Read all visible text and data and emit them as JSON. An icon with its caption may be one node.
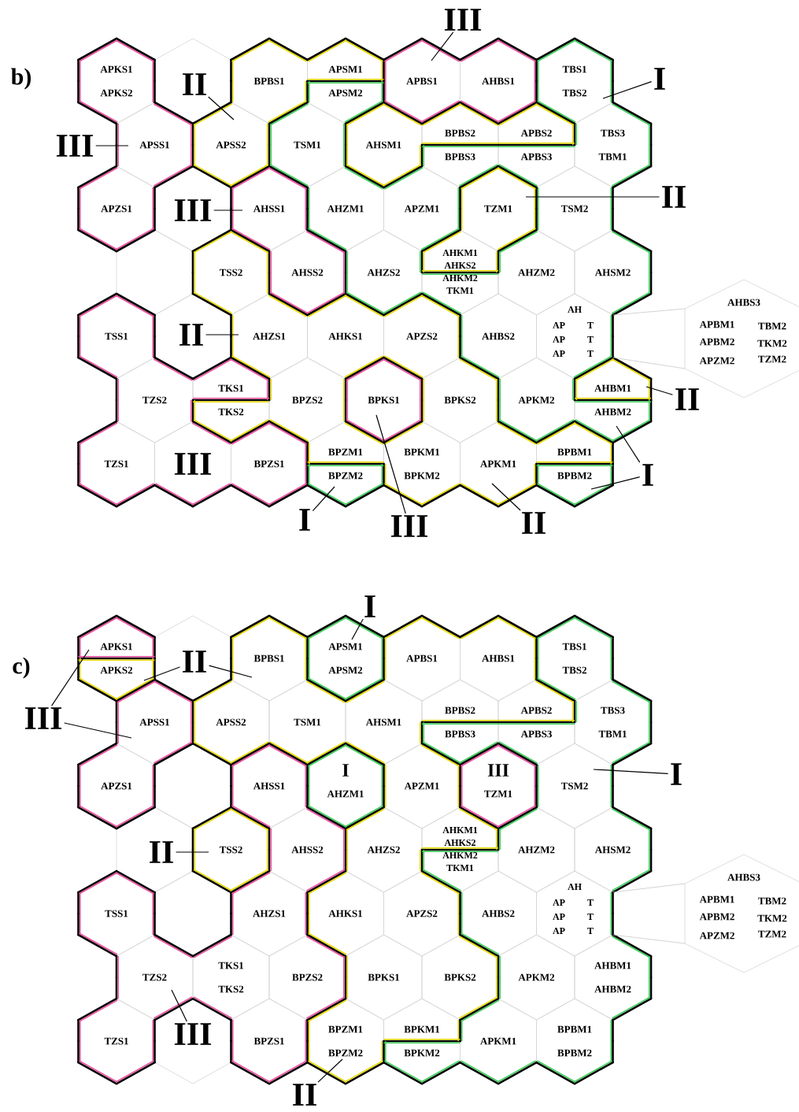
{
  "diagram": {
    "nodes": [
      {
        "text": [
          "APKS1",
          "APKS2"
        ]
      },
      {
        "text": [],
        "shape": "hexagon"
      },
      {
        "text": [
          "BPBS1"
        ]
      },
      {
        "text": [
          "APSM1",
          "APSM2"
        ]
      },
      {
        "text": [
          "APBS1"
        ]
      },
      {
        "text": [
          "AHBS1"
        ]
      },
      {
        "text": [
          "TBS1",
          "TBS2"
        ]
      },
      {
        "text": [
          "APSS1"
        ]
      },
      {
        "text": [
          "APSS2"
        ]
      },
      {
        "text": [
          "TSM1"
        ]
      },
      {
        "text": [
          "AHSM1"
        ]
      },
      {
        "text": [
          "BPBS2",
          "BPBS3"
        ]
      },
      {
        "text": [
          "APBS2",
          "APBS3"
        ]
      },
      {
        "text": [
          "TBS3",
          "TBM1"
        ]
      },
      {
        "text": [
          "APZS1"
        ]
      },
      {
        "text": [],
        "shape": "hexagon"
      },
      {
        "text": [
          "AHSS1"
        ]
      },
      {
        "text": [
          "AHZM1"
        ]
      },
      {
        "text": [
          "APZM1"
        ]
      },
      {
        "text": [
          "TZM1"
        ]
      },
      {
        "text": [
          "TSM2"
        ]
      },
      {
        "text": [],
        "shape": "hexagon"
      },
      {
        "text": [
          "TSS2"
        ]
      },
      {
        "text": [
          "AHSS2"
        ]
      },
      {
        "text": [
          "AHZS2"
        ]
      },
      {
        "text": [
          "AHKM1",
          "AHKS2",
          "AHKM2",
          "TKM1"
        ]
      },
      {
        "text": [
          "AHZM2"
        ]
      },
      {
        "text": [
          "AHSM2"
        ]
      },
      {
        "text": [
          "TSS1"
        ]
      },
      {
        "text": [],
        "shape": "hexagon"
      },
      {
        "text": [
          "AHZS1"
        ]
      },
      {
        "text": [
          "AHKS1"
        ]
      },
      {
        "text": [
          "APZS2"
        ]
      },
      {
        "text": [
          "AHBS2"
        ]
      },
      {
        "text": [
          "AH",
          "AP",
          "T",
          "AP",
          "T",
          "AP",
          "T"
        ]
      },
      {
        "text": [
          "TZS2"
        ]
      },
      {
        "text": [
          "TKS1",
          "TKS2"
        ]
      },
      {
        "text": [
          "BPZS2"
        ]
      },
      {
        "text": [
          "BPKS1"
        ]
      },
      {
        "text": [
          "BPKS2"
        ]
      },
      {
        "text": [
          "APKM2"
        ]
      },
      {
        "text": [
          "AHBM1",
          "AHBM2"
        ]
      },
      {
        "text": [
          "TZS1"
        ]
      },
      {
        "text": [
          "III"
        ]
      },
      {
        "text": [
          "BPZS1"
        ]
      },
      {
        "text": [
          "BPZM1",
          "BPZM2"
        ]
      },
      {
        "text": [
          "BPKM1",
          "BPKM2"
        ]
      },
      {
        "text": [
          "APKM1"
        ]
      },
      {
        "text": [
          "BPBM1",
          "BPBM2"
        ]
      },
      {
        "text": [
          "AHBS3",
          "APBM1",
          "TBM2",
          "APBM2",
          "TKM2",
          "APZM2",
          "TZM2"
        ]
      },
      {
        "text": [
          "III"
        ]
      },
      {
        "text": [
          "I"
        ]
      },
      {
        "text": [
          "II"
        ],
        "in": 1
      },
      {
        "text": [
          "III"
        ]
      },
      {
        "text": [
          "II"
        ]
      },
      {
        "text": [
          "III"
        ],
        "in": 15
      },
      {
        "text": [
          "II"
        ],
        "in": 29
      },
      {
        "text": [
          "II"
        ]
      },
      {
        "text": [
          "I"
        ]
      },
      {
        "text": [
          "I"
        ]
      },
      {
        "text": [
          "II"
        ]
      },
      {
        "text": [
          "III"
        ]
      },
      {
        "text": [
          "APKS1",
          "APKS2"
        ]
      },
      {
        "text": [],
        "shape": "hexagon"
      },
      {
        "text": [
          "BPBS1"
        ]
      },
      {
        "text": [
          "APSM1",
          "APSM2"
        ]
      },
      {
        "text": [
          "APBS1"
        ]
      },
      {
        "text": [
          "AHBS1"
        ]
      },
      {
        "text": [
          "TBS1",
          "TBS2"
        ]
      },
      {
        "text": [
          "APSS1"
        ]
      },
      {
        "text": [
          "APSS2"
        ]
      },
      {
        "text": [
          "TSM1"
        ]
      },
      {
        "text": [
          "AHSM1"
        ]
      },
      {
        "text": [
          "BPBS2",
          "BPBS3"
        ]
      },
      {
        "text": [
          "APBS2",
          "APBS3"
        ]
      },
      {
        "text": [
          "TBS3",
          "TBM1"
        ]
      },
      {
        "text": [
          "APZS1"
        ]
      },
      {
        "text": [],
        "shape": "hexagon"
      },
      {
        "text": [
          "AHSS1"
        ]
      },
      {
        "text": [
          "I",
          "AHZM1"
        ]
      },
      {
        "text": [
          "APZM1"
        ]
      },
      {
        "text": [
          "III",
          "TZM1"
        ]
      },
      {
        "text": [
          "TSM2"
        ]
      },
      {
        "text": [],
        "shape": "hexagon"
      },
      {
        "text": [
          "TSS2"
        ]
      },
      {
        "text": [
          "AHSS2"
        ]
      },
      {
        "text": [
          "AHZS2"
        ]
      },
      {
        "text": [
          "AHKM1",
          "AHKS2",
          "AHKM2",
          "TKM1"
        ]
      },
      {
        "text": [
          "AHZM2"
        ]
      },
      {
        "text": [
          "AHSM2"
        ]
      },
      {
        "text": [
          "TSS1"
        ]
      },
      {
        "text": [],
        "shape": "hexagon"
      },
      {
        "text": [
          "AHZS1"
        ]
      },
      {
        "text": [
          "AHKS1"
        ]
      },
      {
        "text": [
          "APZS2"
        ]
      },
      {
        "text": [
          "AHBS2"
        ]
      },
      {
        "text": [
          "AH",
          "AP",
          "T",
          "AP",
          "T",
          "AP",
          "T"
        ]
      },
      {
        "text": [
          "TZS2"
        ]
      },
      {
        "text": [
          "TKS1",
          "TKS2"
        ]
      },
      {
        "text": [
          "BPZS2"
        ]
      },
      {
        "text": [
          "BPKS1"
        ]
      },
      {
        "text": [
          "BPKS2"
        ]
      },
      {
        "text": [
          "APKM2"
        ]
      },
      {
        "text": [
          "AHBM1",
          "AHBM2"
        ]
      },
      {
        "text": [
          "TZS1"
        ]
      },
      {
        "text": [],
        "shape": "hexagon"
      },
      {
        "text": [
          "BPZS1"
        ]
      },
      {
        "text": [
          "BPZM1",
          "BPZM2"
        ]
      },
      {
        "text": [
          "BPKM1",
          "BPKM2"
        ]
      },
      {
        "text": [
          "APKM1"
        ]
      },
      {
        "text": [
          "BPBM1",
          "BPBM2"
        ]
      },
      {
        "text": [
          "AHBS3",
          "APBM1",
          "TBM2",
          "APBM2",
          "TKM2",
          "APZM2",
          "TZM2"
        ]
      },
      {
        "text": [
          "I"
        ]
      },
      {
        "text": [
          "II"
        ],
        "in": 63
      },
      {
        "text": [
          "III"
        ]
      },
      {
        "text": [
          "I"
        ]
      },
      {
        "text": [
          "II"
        ],
        "in": 83
      },
      {
        "text": [
          "III"
        ],
        "in": 105
      },
      {
        "text": [
          "II"
        ]
      }
    ],
    "edges": [
      {
        "from": 50,
        "to": 4,
        "arrow": "none"
      },
      {
        "from": 51,
        "to": 6,
        "arrow": "none"
      },
      {
        "from": 52,
        "to": 8,
        "arrow": "none"
      },
      {
        "from": 53,
        "to": 7,
        "arrow": "none"
      },
      {
        "from": 54,
        "to": 19,
        "arrow": "none"
      },
      {
        "from": 55,
        "to": 16,
        "arrow": "none"
      },
      {
        "from": 56,
        "to": 30,
        "arrow": "none"
      },
      {
        "from": 57,
        "to": 41,
        "arrow": "none"
      },
      {
        "from": 58,
        "to": 41,
        "arrow": "none"
      },
      {
        "from": 58,
        "to": 48,
        "arrow": "none"
      },
      {
        "from": 59,
        "to": 45,
        "arrow": "none"
      },
      {
        "from": 60,
        "to": 47,
        "arrow": "none"
      },
      {
        "from": 61,
        "to": 38,
        "arrow": "none"
      },
      {
        "from": 34,
        "to": 49,
        "arrow": "none",
        "color": "#c8c8c8"
      },
      {
        "from": 34,
        "to": 49,
        "arrow": "none",
        "color": "#c8c8c8"
      },
      {
        "from": 112,
        "to": 65,
        "arrow": "none"
      },
      {
        "from": 113,
        "to": 62,
        "arrow": "none"
      },
      {
        "from": 113,
        "to": 64,
        "arrow": "none"
      },
      {
        "from": 114,
        "to": 62,
        "arrow": "none"
      },
      {
        "from": 114,
        "to": 69,
        "arrow": "none"
      },
      {
        "from": 115,
        "to": 82,
        "arrow": "none"
      },
      {
        "from": 116,
        "to": 84,
        "arrow": "none"
      },
      {
        "from": 117,
        "to": 97,
        "arrow": "none"
      },
      {
        "from": 118,
        "to": 107,
        "arrow": "none"
      },
      {
        "from": 96,
        "to": 111,
        "arrow": "none",
        "color": "#c8c8c8"
      },
      {
        "from": 96,
        "to": 111,
        "arrow": "none",
        "color": "#c8c8c8"
      }
    ],
    "labels": [
      "b)",
      "c)"
    ]
  }
}
